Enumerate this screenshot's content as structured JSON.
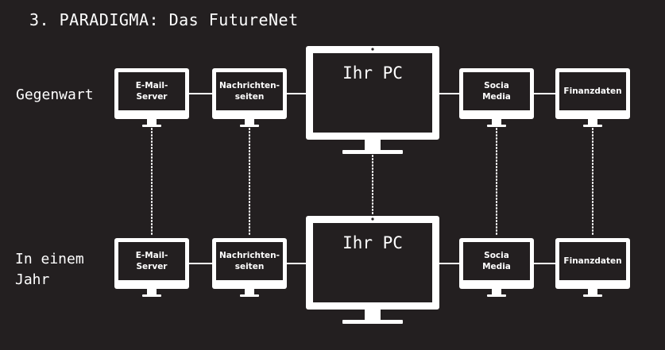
{
  "title": "3. PARADIGMA: Das FutureNet",
  "rows": [
    {
      "label_lines": [
        "Gegenwart"
      ],
      "monitors": [
        {
          "lines": [
            "E-Mail-",
            "Server"
          ]
        },
        {
          "lines": [
            "Nachrichten-",
            "seiten"
          ]
        },
        {
          "lines": [
            "Ihr PC"
          ],
          "main": true
        },
        {
          "lines": [
            "Socia",
            "Media"
          ]
        },
        {
          "lines": [
            "Finanzdaten"
          ]
        }
      ]
    },
    {
      "label_lines": [
        "In einem",
        "Jahr"
      ],
      "monitors": [
        {
          "lines": [
            "E-Mail-",
            "Server"
          ]
        },
        {
          "lines": [
            "Nachrichten-",
            "seiten"
          ]
        },
        {
          "lines": [
            "Ihr PC"
          ],
          "main": true
        },
        {
          "lines": [
            "Socia",
            "Media"
          ]
        },
        {
          "lines": [
            "Finanzdaten"
          ]
        }
      ]
    }
  ],
  "colors": {
    "background": "#231f20",
    "foreground": "#ffffff"
  }
}
